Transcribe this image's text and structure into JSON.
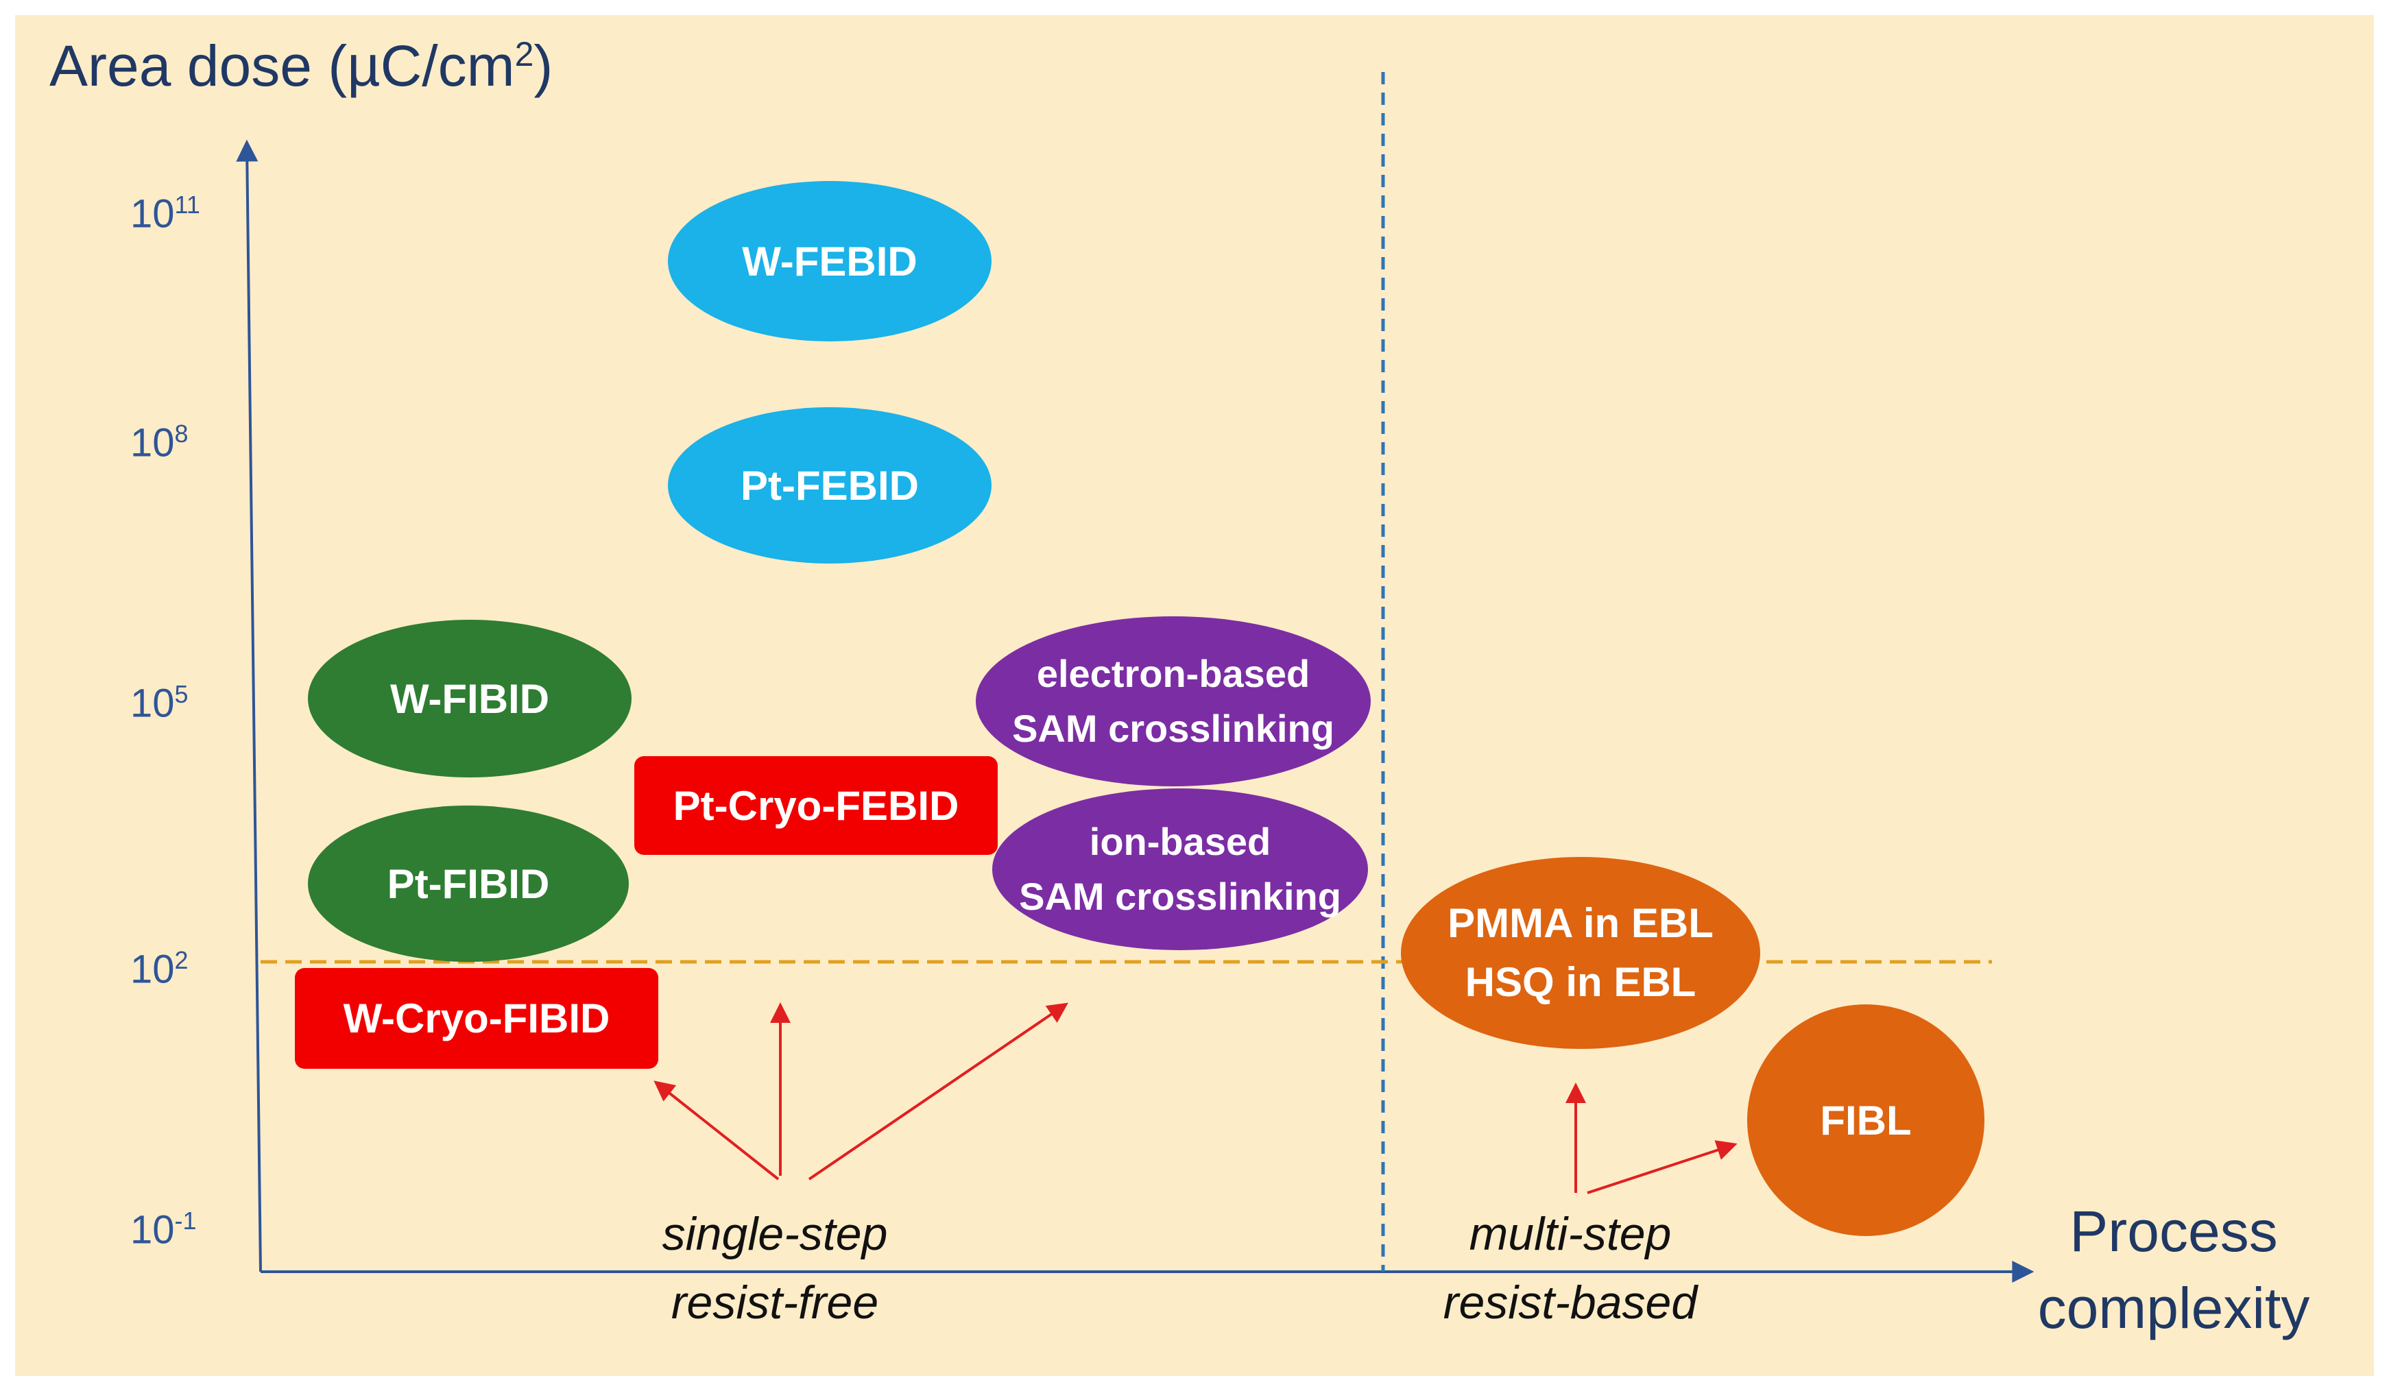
{
  "axes": {
    "y_label_main": "Area dose (µC/cm",
    "y_label_sup": "2",
    "y_label_end": ")",
    "x_label": "Process complexity",
    "ticks": [
      {
        "base": "10",
        "exp": "11"
      },
      {
        "base": "10",
        "exp": "8"
      },
      {
        "base": "10",
        "exp": "5"
      },
      {
        "base": "10",
        "exp": "2"
      },
      {
        "base": "10",
        "exp": "-1"
      }
    ]
  },
  "shapes": {
    "w_febid": "W-FEBID",
    "pt_febid": "Pt-FEBID",
    "w_fibid": "W-FIBID",
    "pt_fibid": "Pt-FIBID",
    "pt_cryo_febid": "Pt-Cryo-FEBID",
    "w_cryo_fibid": "W-Cryo-FIBID",
    "electron_sam_line1": "electron-based",
    "electron_sam_line2": "SAM crosslinking",
    "ion_sam_line1": "ion-based",
    "ion_sam_line2": "SAM crosslinking",
    "pmma_line1": "PMMA in EBL",
    "pmma_line2": "HSQ in EBL",
    "fibl": "FIBL"
  },
  "captions": {
    "single_line1": "single-step",
    "single_line2": "resist-free",
    "multi_line1": "multi-step",
    "multi_line2": "resist-based"
  },
  "colors": {
    "background": "#fdecc8",
    "axis": "#2e5597",
    "febid": "#1ab2e8",
    "fibid": "#2e7d32",
    "cryo": "#f20000",
    "sam": "#7b2ea3",
    "resist": "#de6410",
    "threshold_line": "#e0a020",
    "divider_line": "#2e75b6",
    "arrows": "#e02020"
  }
}
